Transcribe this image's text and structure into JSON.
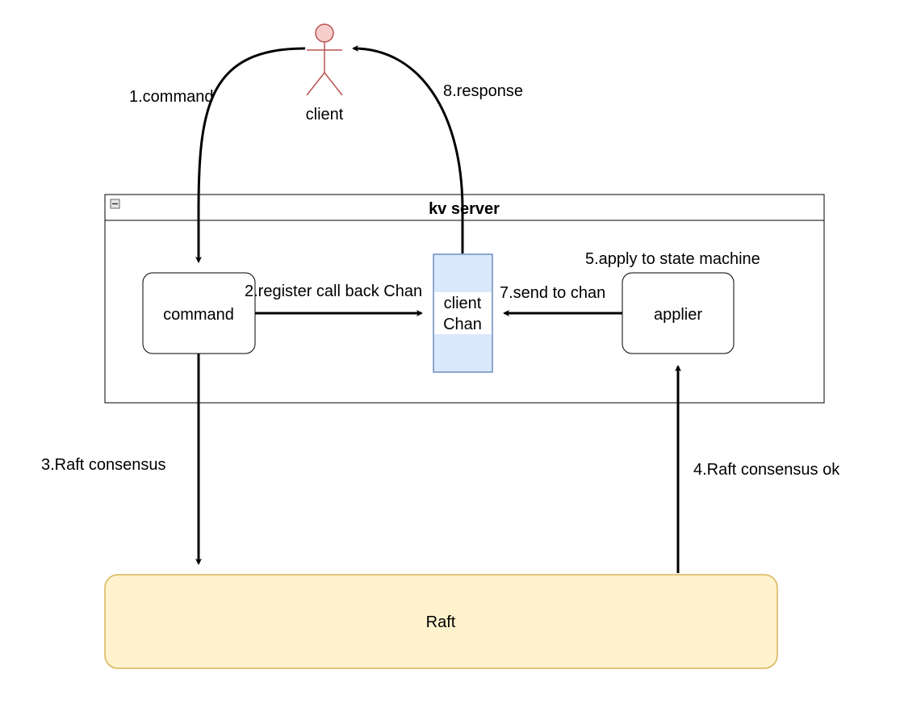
{
  "actor": {
    "label": "client"
  },
  "container": {
    "title": "kv server"
  },
  "nodes": {
    "command": "command",
    "client_chan_line1": "client",
    "client_chan_line2": "Chan",
    "applier": "applier",
    "raft": "Raft"
  },
  "edges": {
    "step1": "1.command",
    "step2": "2.register call back Chan",
    "step3": "3.Raft consensus",
    "step4": "4.Raft consensus ok",
    "step5": "5.apply to state machine",
    "step7": "7.send to chan",
    "step8": "8.response"
  },
  "colors": {
    "actor_fill": "#f8cecc",
    "actor_stroke": "#b85450",
    "chan_fill": "#dae8fc",
    "chan_stroke": "#6c8ebf",
    "raft_fill": "#fff2cc",
    "raft_stroke": "#d6b656"
  }
}
